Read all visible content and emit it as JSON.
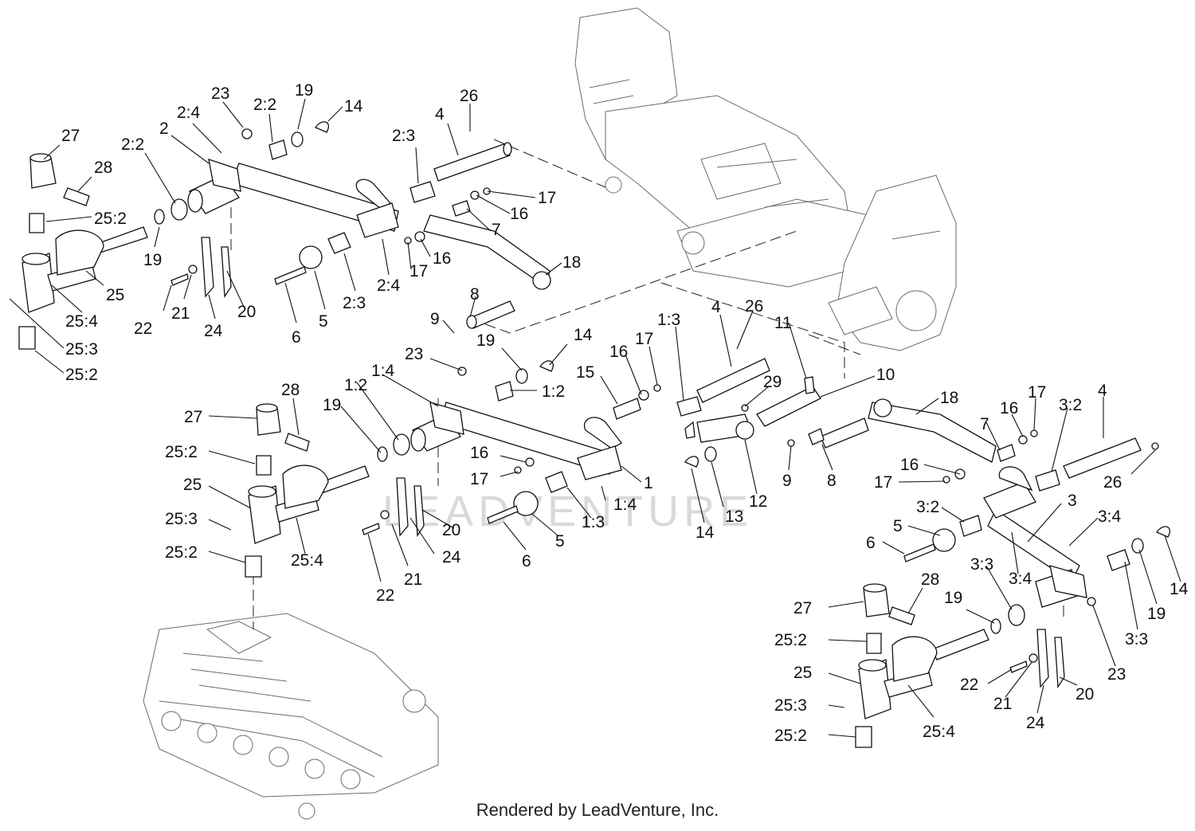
{
  "footer": {
    "credit": "Rendered by LeadVenture, Inc."
  },
  "watermark": {
    "text": "LEADVENTURE"
  },
  "callouts": [
    "27",
    "28",
    "2:2",
    "25:2",
    "19",
    "25",
    "25:4",
    "25:3",
    "25:2",
    "2",
    "2:4",
    "23",
    "2:2",
    "19",
    "14",
    "22",
    "21",
    "24",
    "20",
    "6",
    "5",
    "2:3",
    "2:4",
    "2:3",
    "4",
    "26",
    "17",
    "16",
    "7",
    "16",
    "17",
    "18",
    "8",
    "9",
    "27",
    "28",
    "25:2",
    "25",
    "25:3",
    "25:4",
    "25:2",
    "19",
    "1:2",
    "1:4",
    "23",
    "19",
    "14",
    "1:2",
    "16",
    "17",
    "15",
    "16",
    "17",
    "22",
    "21",
    "24",
    "20",
    "6",
    "5",
    "1:3",
    "1:4",
    "1",
    "1:3",
    "4",
    "26",
    "11",
    "29",
    "10",
    "12",
    "13",
    "14",
    "9",
    "8",
    "18",
    "7",
    "16",
    "17",
    "3:2",
    "4",
    "16",
    "17",
    "26",
    "3:2",
    "5",
    "6",
    "3:3",
    "3:4",
    "3",
    "3:4",
    "14",
    "19",
    "3:3",
    "23",
    "27",
    "28",
    "25:2",
    "25",
    "25:3",
    "25:2",
    "25:4",
    "22",
    "21",
    "24",
    "20",
    "19"
  ]
}
